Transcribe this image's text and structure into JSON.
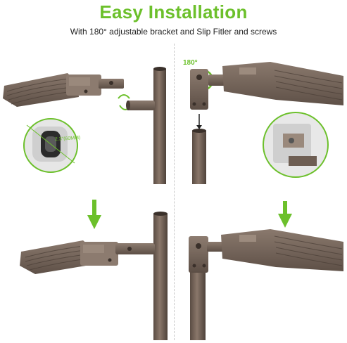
{
  "header": {
    "title": "Easy Installation",
    "subtitle": "With 180° adjustable bracket and Slip Fitler and screws"
  },
  "callouts": {
    "rotation_label": "180°",
    "diameter_label": "2.3\"(60MM)"
  },
  "colors": {
    "accent": "#6cc02b",
    "fixture": "#7b6a5e",
    "pole": "#6e5e53"
  },
  "icons": [
    "arrow-down-icon",
    "curved-arrow-icon",
    "rotation-arrow-icon"
  ]
}
